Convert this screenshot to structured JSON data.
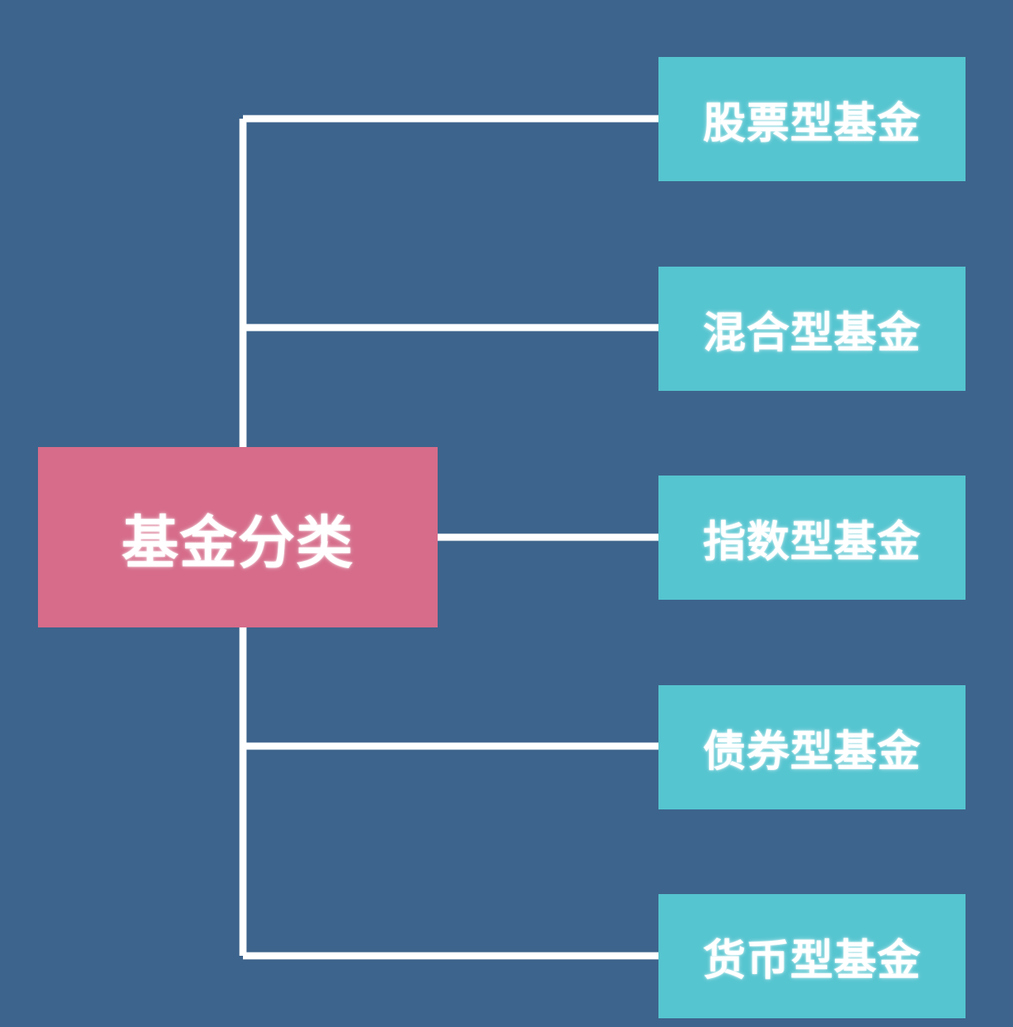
{
  "diagram": {
    "title": "基金分类",
    "type": "mind-map",
    "background_color": "#3d648c",
    "connector_color": "#ffffff",
    "root": {
      "label": "基金分类",
      "fill_color": "#d66c8a",
      "text_color": "#ffffff"
    },
    "branches": [
      {
        "label": "股票型基金",
        "fill_color": "#55c5d0",
        "text_color": "#ffffff"
      },
      {
        "label": "混合型基金",
        "fill_color": "#55c5d0",
        "text_color": "#ffffff"
      },
      {
        "label": "指数型基金",
        "fill_color": "#55c5d0",
        "text_color": "#ffffff"
      },
      {
        "label": "债券型基金",
        "fill_color": "#55c5d0",
        "text_color": "#ffffff"
      },
      {
        "label": "货币型基金",
        "fill_color": "#55c5d0",
        "text_color": "#ffffff"
      }
    ]
  }
}
